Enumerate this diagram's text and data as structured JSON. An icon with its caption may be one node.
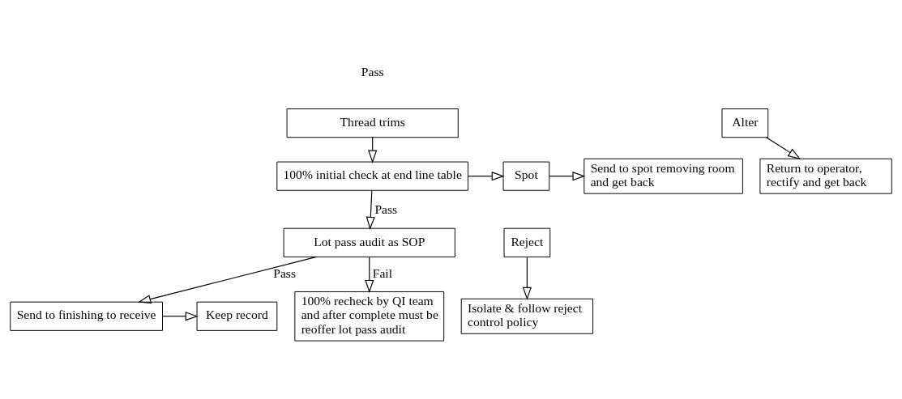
{
  "diagram": {
    "nodes": [
      {
        "text": [
          "Thread trims"
        ]
      },
      {
        "text": [
          "100% initial check at end line table"
        ]
      },
      {
        "text": [
          "Lot pass audit as SOP"
        ]
      },
      {
        "text": [
          "Send to finishing to receive"
        ]
      },
      {
        "text": [
          "Keep record"
        ]
      },
      {
        "text": [
          "Alter"
        ]
      },
      {
        "text": [
          "Spot"
        ]
      },
      {
        "text": [
          "Reject"
        ]
      },
      {
        "text": [
          "Return to operator, rectify and get back"
        ]
      },
      {
        "text": [
          "Send to spot removing room and get back"
        ]
      },
      {
        "text": [
          "Isolate & follow reject control policy"
        ]
      },
      {
        "text": [
          "100% recheck by QI team and after complete must be reoffer lot pass audit"
        ]
      }
    ],
    "edges": [
      {
        "from": 0,
        "to": 1,
        "arrow": "to"
      },
      {
        "from": 1,
        "to": 2,
        "arrow": "to",
        "label": "Pass"
      },
      {
        "from": 2,
        "to": 3,
        "arrow": "to",
        "label": "Pass"
      },
      {
        "from": 3,
        "to": 4,
        "arrow": "to"
      },
      {
        "from": 1,
        "to": 6,
        "arrow": "to"
      },
      {
        "from": 5,
        "to": 8,
        "arrow": "to"
      },
      {
        "from": 6,
        "to": 9,
        "arrow": "to"
      },
      {
        "from": 7,
        "to": 10,
        "arrow": "to"
      },
      {
        "from": 2,
        "to": 11,
        "arrow": "to",
        "label": "Fail"
      }
    ],
    "labels": [
      "Pass"
    ]
  }
}
